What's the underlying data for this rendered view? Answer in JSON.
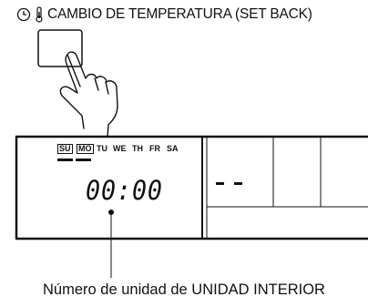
{
  "header": {
    "button_label": "CAMBIO DE TEMPERATURA (SET BACK)",
    "icons": [
      "clock-icon",
      "thermometer-icon"
    ]
  },
  "display": {
    "days": [
      "SU",
      "MO",
      "TU",
      "WE",
      "TH",
      "FR",
      "SA"
    ],
    "highlighted_days": [
      "SU",
      "MO"
    ],
    "time": "00:00",
    "right_segment": "- -"
  },
  "callout": {
    "label": "Número de unidad de UNIDAD INTERIOR"
  }
}
